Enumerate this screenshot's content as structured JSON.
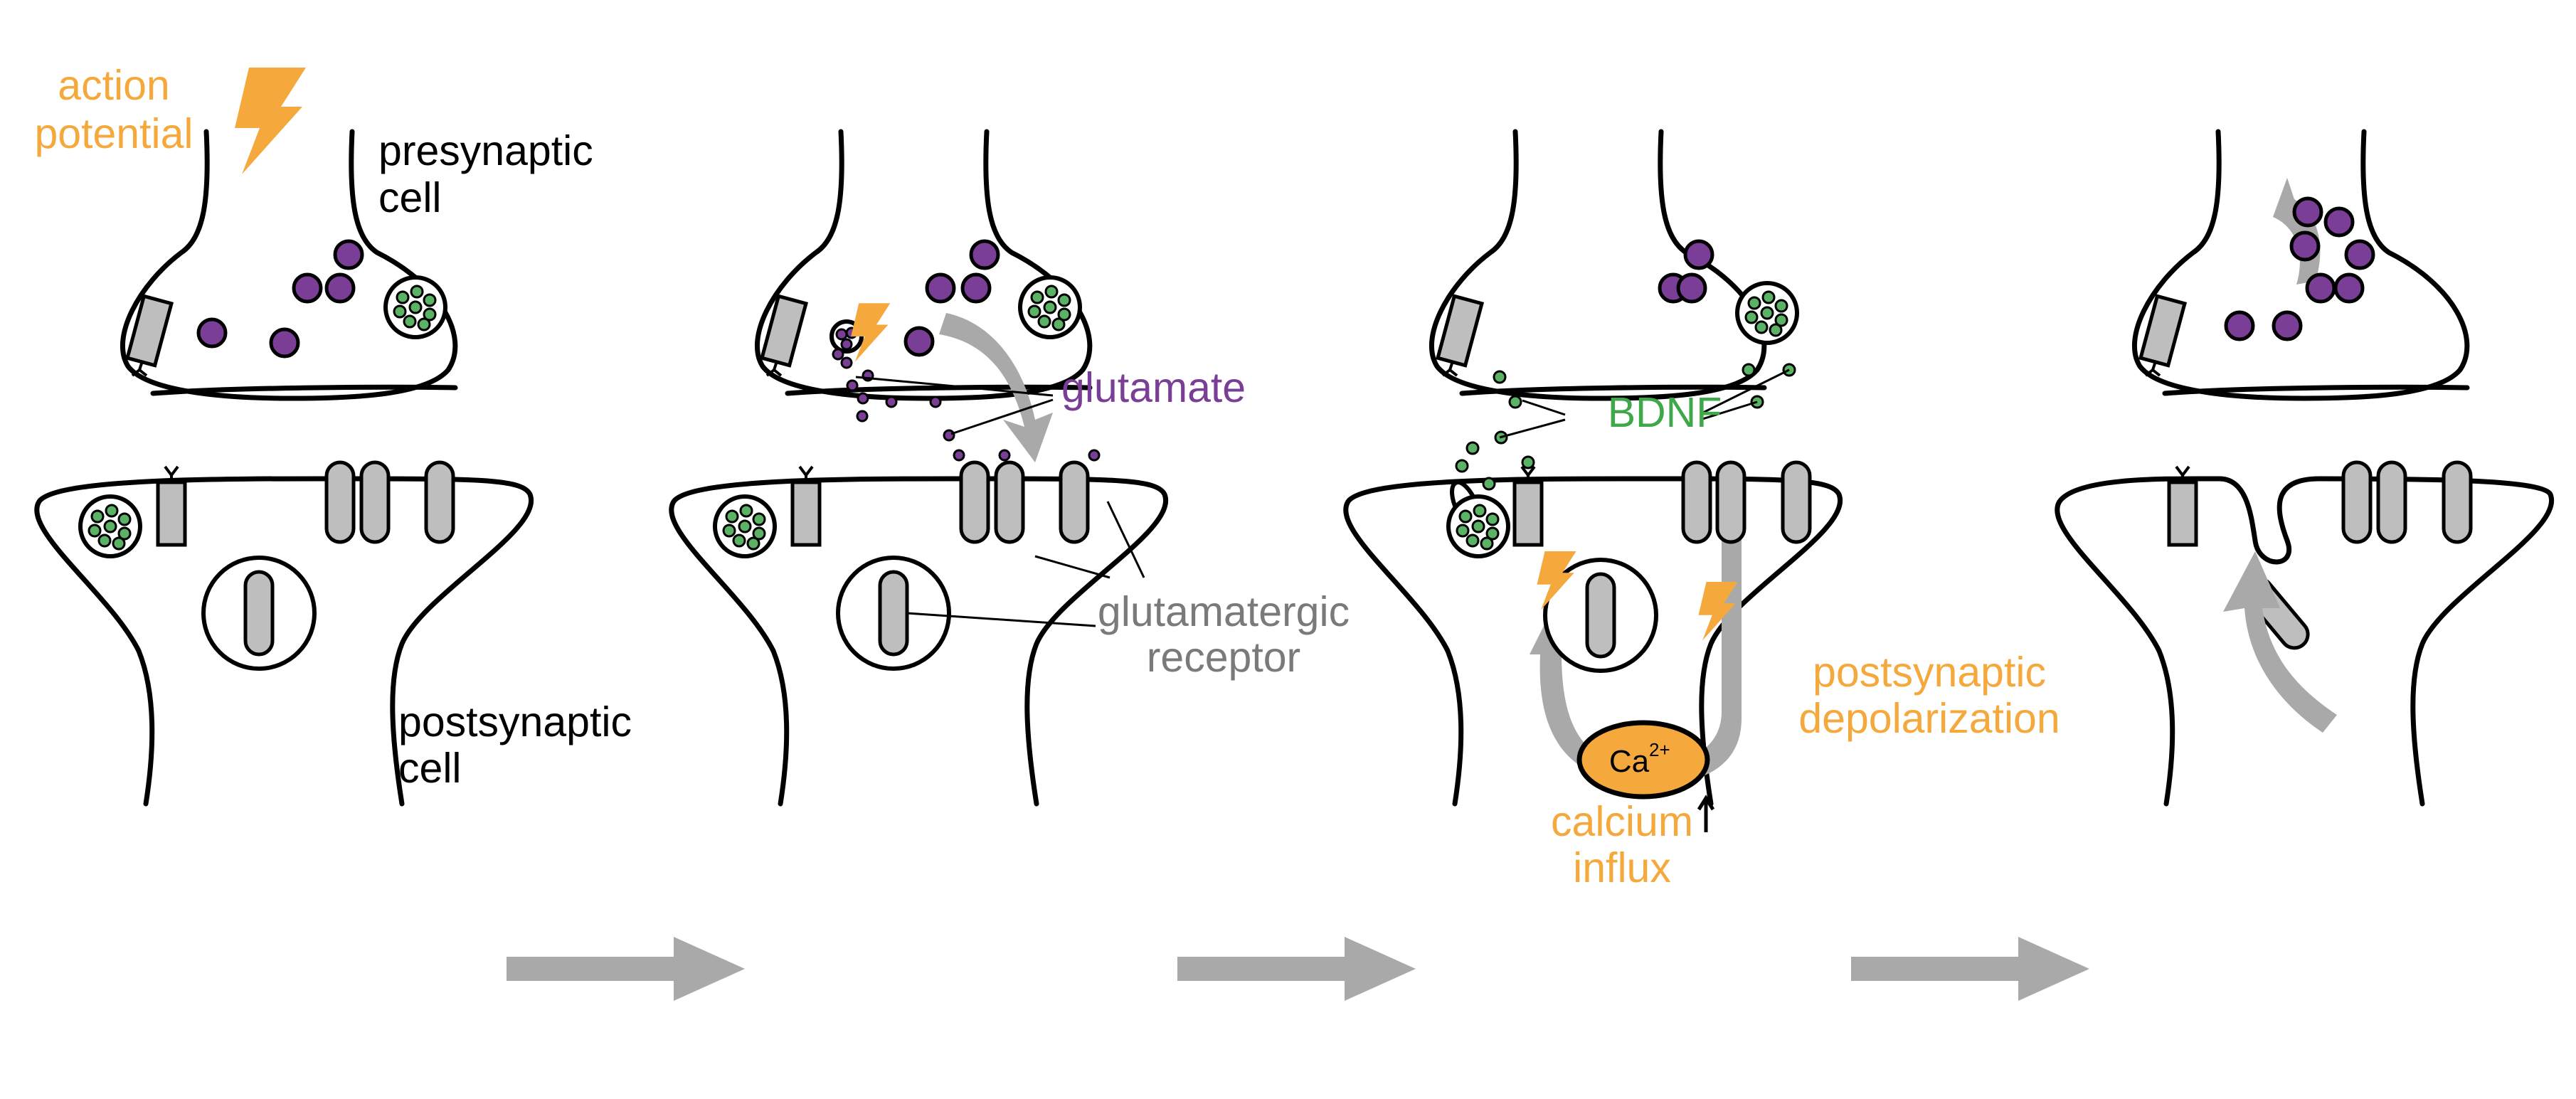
{
  "labels": {
    "action_potential_line1": "action",
    "action_potential_line2": "potential",
    "presynaptic_line1": "presynaptic",
    "presynaptic_line2": "cell",
    "postsynaptic_line1": "postsynaptic",
    "postsynaptic_line2": "cell",
    "glutamate": "glutamate",
    "glutamatergic_line1": "glutamatergic",
    "glutamatergic_line2": "receptor",
    "bdnf": "BDNF",
    "depolarization_line1": "postsynaptic",
    "depolarization_line2": "depolarization",
    "calcium_line1": "calcium",
    "calcium_line2": "influx",
    "ca_symbol": "Ca",
    "ca_charge": "2+"
  },
  "colors": {
    "orange": "#F5A93C",
    "purple": "#7B3E96",
    "green": "#3FA84A",
    "dot_green": "#5BB264",
    "receptor_gray": "#BEBEBE",
    "arrow_gray": "#A9A9A9",
    "label_gray": "#7A7A7A",
    "outline": "#000000"
  }
}
